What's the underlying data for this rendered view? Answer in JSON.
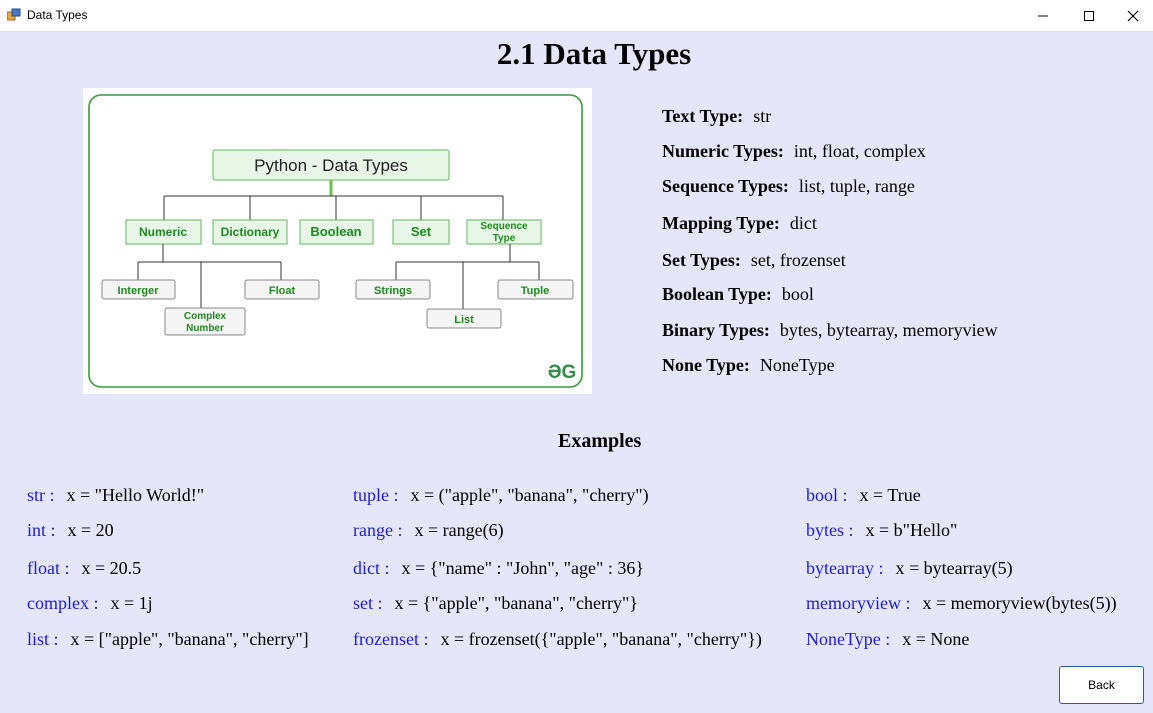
{
  "window": {
    "title": "Data Types",
    "app_icon": "winforms-app-icon",
    "controls": [
      "minimize-icon",
      "maximize-icon",
      "close-icon"
    ]
  },
  "page_title": "2.1 Data Types",
  "diagram": {
    "root": "Python - Data Types",
    "categories": [
      "Numeric",
      "Dictionary",
      "Boolean",
      "Set",
      "Sequence Type"
    ],
    "numeric_children": [
      "Interger",
      "Complex Number",
      "Float"
    ],
    "sequence_children": [
      "Strings",
      "List",
      "Tuple"
    ],
    "logo": "GfG"
  },
  "types": [
    {
      "label": "Text Type:",
      "value": "str"
    },
    {
      "label": "Numeric Types:",
      "value": "int, float, complex"
    },
    {
      "label": "Sequence Types:",
      "value": "list, tuple, range"
    },
    {
      "label": "Mapping Type:",
      "value": "dict"
    },
    {
      "label": "Set Types:",
      "value": "set, frozenset"
    },
    {
      "label": "Boolean Type:",
      "value": "bool"
    },
    {
      "label": "Binary Types:",
      "value": "bytes, bytearray, memoryview"
    },
    {
      "label": "None Type:",
      "value": "NoneType"
    }
  ],
  "examples_title": "Examples",
  "examples": {
    "col1": [
      {
        "key": "str :",
        "code": "x = \"Hello World!\""
      },
      {
        "key": "int :",
        "code": "x = 20"
      },
      {
        "key": "float :",
        "code": "x = 20.5"
      },
      {
        "key": "complex :",
        "code": "x = 1j"
      },
      {
        "key": "list :",
        "code": "x = [\"apple\", \"banana\", \"cherry\"]"
      }
    ],
    "col2": [
      {
        "key": "tuple :",
        "code": "x = (\"apple\", \"banana\", \"cherry\")"
      },
      {
        "key": "range :",
        "code": "x = range(6)"
      },
      {
        "key": "dict :",
        "code": "x = {\"name\" : \"John\", \"age\" : 36}"
      },
      {
        "key": "set :",
        "code": "x = {\"apple\", \"banana\", \"cherry\"}"
      },
      {
        "key": "frozenset :",
        "code": "x = frozenset({\"apple\", \"banana\", \"cherry\"})"
      }
    ],
    "col3": [
      {
        "key": "bool :",
        "code": "x = True"
      },
      {
        "key": "bytes :",
        "code": "x = b\"Hello\""
      },
      {
        "key": "bytearray :",
        "code": "x = bytearray(5)"
      },
      {
        "key": "memoryview :",
        "code": "x = memoryview(bytes(5))"
      },
      {
        "key": "NoneType :",
        "code": "x = None"
      }
    ]
  },
  "back_button": "Back",
  "colors": {
    "background": "#e6e6fa",
    "example_key": "#1c1cd6",
    "diagram_green": "#3a9c3a",
    "box_fill": "#e8f6e8"
  }
}
